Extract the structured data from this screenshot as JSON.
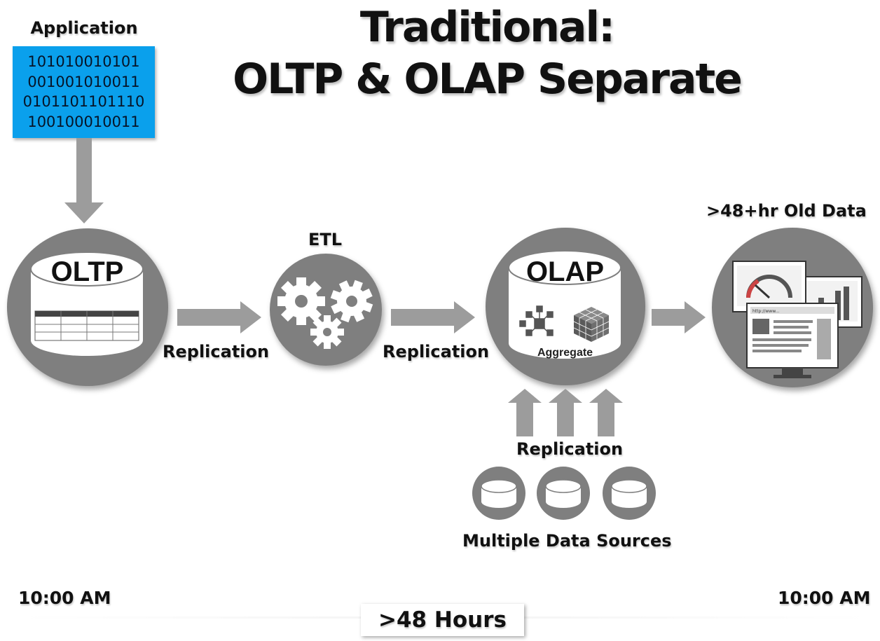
{
  "title": {
    "line1": "Traditional:",
    "line2": "OLTP & OLAP Separate"
  },
  "application": {
    "label": "Application",
    "binary_lines": [
      "101010010101",
      "001001010011",
      "0101101101110",
      "100100010011"
    ]
  },
  "nodes": {
    "oltp": {
      "label": "OLTP"
    },
    "etl": {
      "label": "ETL"
    },
    "olap": {
      "label": "OLAP",
      "sub_label": "Aggregate"
    },
    "reports": {
      "label": ">48+hr Old Data",
      "url_text": "http://www..."
    }
  },
  "edges": {
    "oltp_to_etl": "Replication",
    "etl_to_olap": "Replication",
    "sources_to_olap": "Replication"
  },
  "sources": {
    "label": "Multiple Data Sources",
    "count": 3
  },
  "timeline": {
    "start": "10:00 AM",
    "end": "10:00 AM",
    "duration": ">48 Hours"
  },
  "colors": {
    "binary_box": "#0aa0ec",
    "circle": "#7f7f7f",
    "arrow": "#9c9c9c"
  }
}
